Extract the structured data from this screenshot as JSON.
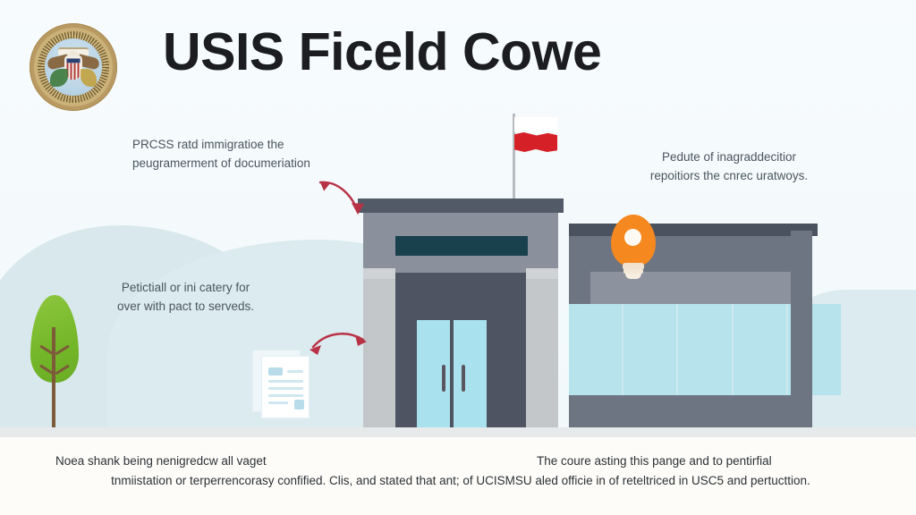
{
  "header": {
    "title": "USIS Ficeld Cowe",
    "seal_name": "us-government-seal"
  },
  "annotations": [
    {
      "id": "top-left",
      "line1": "PRCSS ratd immigratioe the",
      "line2": "peugramerment of documeriation"
    },
    {
      "id": "top-right",
      "line1": "Pedute of inagraddecitior",
      "line2": "repoitiors the cnrec uratwoys."
    },
    {
      "id": "mid-left",
      "line1": "Petictiall or ini catery for",
      "line2": "over with pact to serveds."
    }
  ],
  "footer": {
    "left_line": "Noea shank being nenigredcw all vaget",
    "right_line": "The coure asting this pange and to pentirfial",
    "wide_line": "tnmiistation or terperrencorasy confified. Clis, and stated that ant; of UCISMSU aled officie in of reteltriced in USC5 and pertucttion."
  },
  "scene": {
    "flag_name": "red-white-flag",
    "bulb_name": "idea-lightbulb-icon",
    "documents_name": "document-stack-icon",
    "tree_name": "tree-icon",
    "building_name": "field-office-building",
    "arrow_top_name": "curved-arrow-down-right",
    "arrow_mid_name": "double-headed-curved-arrow"
  },
  "colors": {
    "accent_orange": "#f5881f",
    "arrow_red": "#b83246",
    "flag_red": "#d62027",
    "sign_teal": "#18414d",
    "building_gray": "#8a909c",
    "wing_gray": "#6e7582",
    "window_blue": "#b6e3ec",
    "tree_green": "#76b82a",
    "sky": "#f6fafc",
    "hill": "#dcebef",
    "footer_bg": "#fdfcf8",
    "title_text": "#1b1d20",
    "anno_text": "#4a5560"
  }
}
